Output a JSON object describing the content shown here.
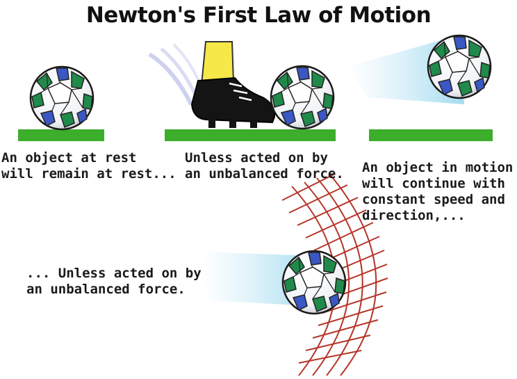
{
  "title": "Newton's First Law of Motion",
  "panels": [
    {
      "caption": "An object at rest\nwill remain at rest..."
    },
    {
      "caption": "Unless acted on by\nan unbalanced force."
    },
    {
      "caption": "An object in motion\nwill continue with\nconstant speed and\ndirection,..."
    },
    {
      "caption": "... Unless acted on by\n    an unbalanced force."
    }
  ],
  "colors": {
    "ground": "#3dad2c",
    "ball_green": "#1f8a4a",
    "ball_blue": "#3b57c4",
    "shoe": "#141414",
    "sock": "#f7e84a",
    "net": "#b5362a",
    "motion_trail": "#bfe6f5"
  }
}
